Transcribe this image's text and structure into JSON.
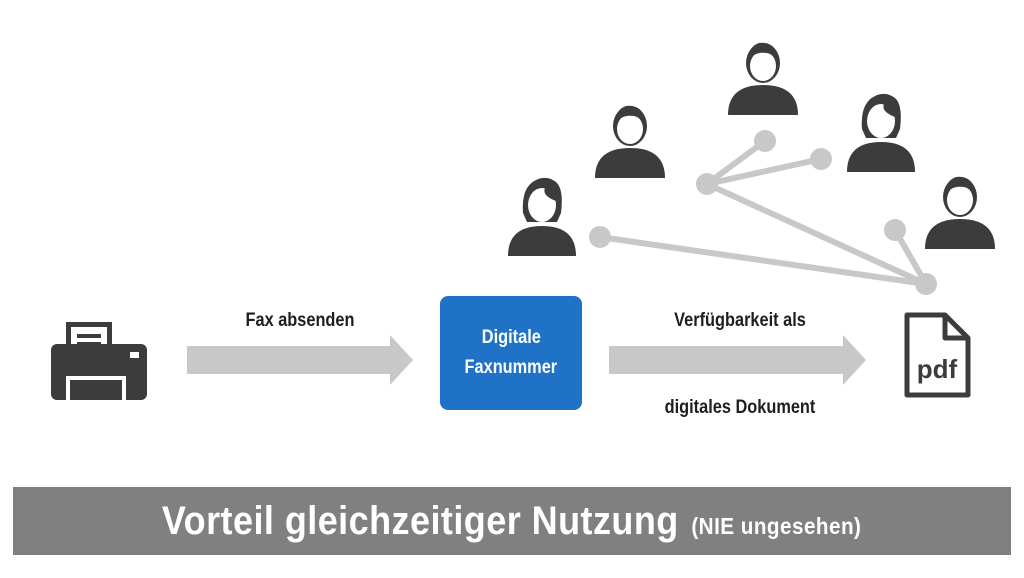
{
  "labels": {
    "fax_send": "Fax absenden",
    "box_line1": "Digitale",
    "box_line2": "Faxnummer",
    "avail_line1": "Verfügbarkeit als",
    "avail_line2": "digitales Dokument",
    "pdf": "pdf"
  },
  "banner": {
    "title": "Vorteil gleichzeitiger Nutzung",
    "note": "(NIE ungesehen)"
  },
  "icons": [
    "fax-machine-icon",
    "pdf-document-icon",
    "user-female-icon",
    "user-male-icon"
  ],
  "colors": {
    "arrow": "#c8c8c8",
    "icon": "#3c3c3c",
    "box": "#1f72c6",
    "banner": "#808080"
  }
}
